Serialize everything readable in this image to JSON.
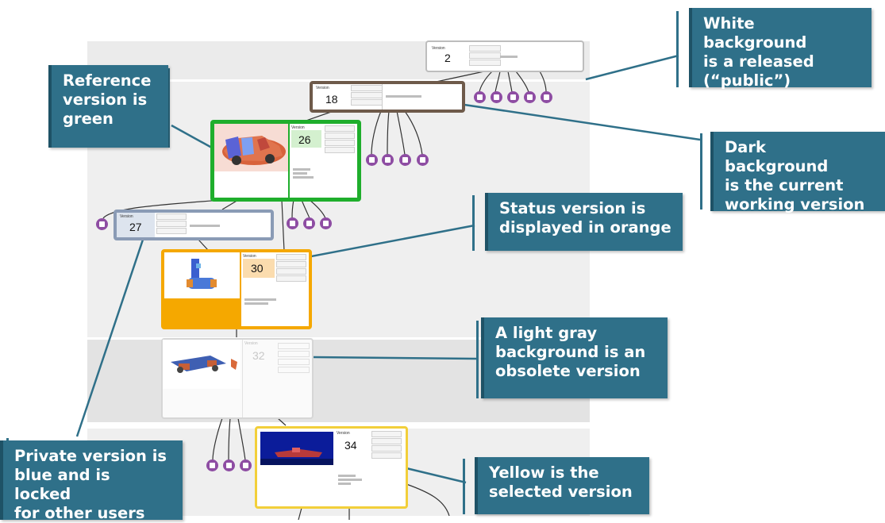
{
  "versions": {
    "v2": {
      "label": "Version",
      "number": "2"
    },
    "v18": {
      "label": "Version",
      "number": "18"
    },
    "v26": {
      "label": "Version",
      "number": "26"
    },
    "v27": {
      "label": "Version",
      "number": "27"
    },
    "v30": {
      "label": "Version",
      "number": "30"
    },
    "v32": {
      "label": "Version",
      "number": "32"
    },
    "v34": {
      "label": "Version",
      "number": "34"
    }
  },
  "callouts": {
    "released": "White background\nis a released\n(“public”) version",
    "reference": "Reference\nversion is\ngreen",
    "current": "Dark background\nis the current\nworking version",
    "status": "Status version is\ndisplayed in orange",
    "obsolete": "A light gray\nbackground is an\nobsolete version",
    "private": "Private version is\nblue and is locked\nfor other users",
    "selected": "Yellow is the\nselected version"
  },
  "colors": {
    "reference": "#1fae2c",
    "current": "#6e5a4a",
    "private": "#8a9bb5",
    "status": "#f5a800",
    "obsolete": "#d6d6d6",
    "selected": "#f2cf3a",
    "node": "#8e4da3",
    "callout": "#2f7089"
  },
  "icons": {
    "node": "square-node-icon"
  }
}
